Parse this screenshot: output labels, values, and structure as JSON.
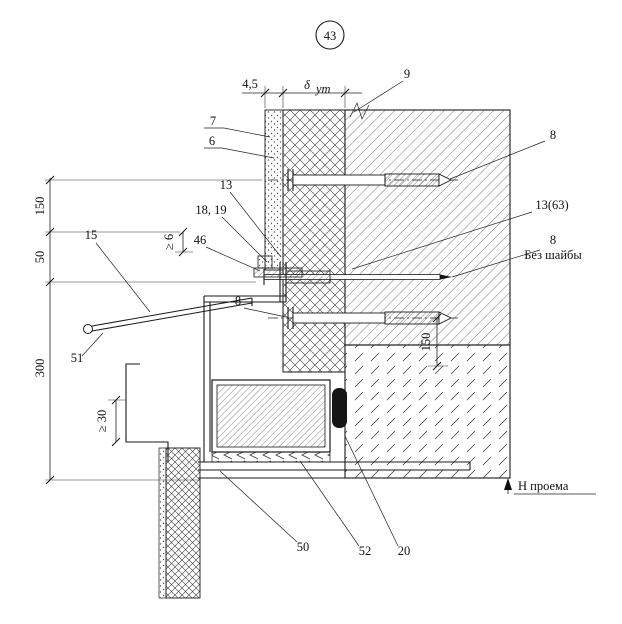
{
  "drawing": {
    "detail_number": "43",
    "dims": {
      "plaster_thickness": "4,5",
      "insulation_symbol": "δ",
      "insulation_symbol_sub": "ут",
      "left_150": "150",
      "left_50": "50",
      "left_300": "300",
      "gap_min": "≥ 6",
      "overlap_min": "≥ 30",
      "right_150": "150",
      "opening_height": "H проема"
    },
    "callouts": {
      "c9": "9",
      "c7": "7",
      "c6": "6",
      "c8_top": "8",
      "c13": "13",
      "c18_19": "18, 19",
      "c46": "46",
      "c13_63": "13(63)",
      "c8_mid": "8",
      "c8_mid_note": "Без шайбы",
      "c15": "15",
      "c8_low": "8",
      "c51": "51",
      "c50": "50",
      "c52": "52",
      "c20": "20"
    }
  }
}
